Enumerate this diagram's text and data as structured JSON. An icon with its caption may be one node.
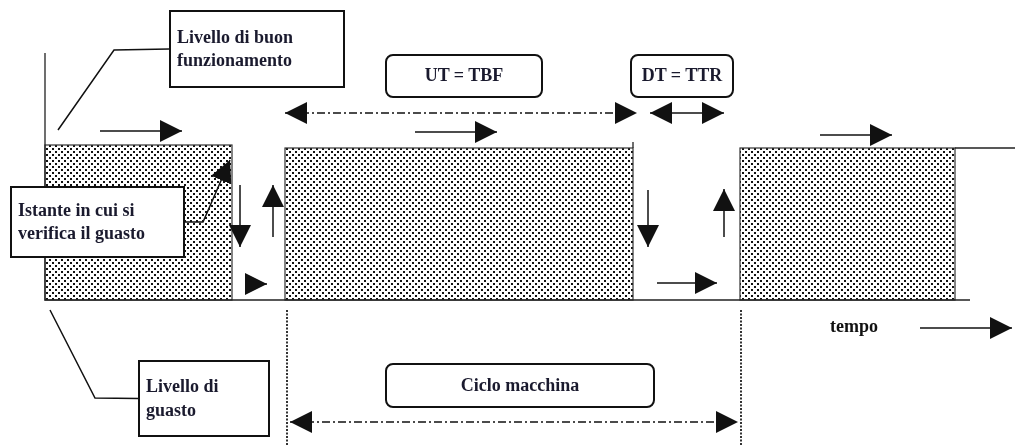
{
  "diagram": {
    "nodes": [
      {
        "text": [
          "Livello di buon funzionamento"
        ]
      },
      {
        "text": [
          "Istante in cui si verifica il guasto"
        ]
      },
      {
        "text": [
          "Livello di guasto"
        ]
      },
      {
        "text": [
          "UT = TBF"
        ]
      },
      {
        "text": [
          "DT = TTR"
        ]
      },
      {
        "text": [
          "Ciclo macchina"
        ]
      }
    ],
    "edges": [
      {
        "from": 0,
        "to": null,
        "arrow": "none"
      },
      {
        "from": 1,
        "to": null,
        "arrow": "to"
      },
      {
        "from": 2,
        "to": null,
        "arrow": "none"
      }
    ],
    "labels": [
      "tempo"
    ]
  }
}
